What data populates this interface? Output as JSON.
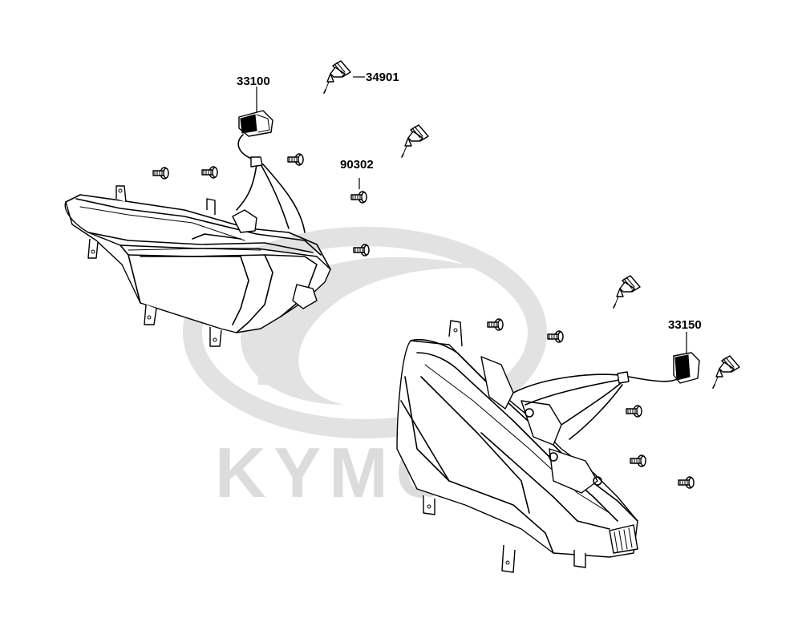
{
  "watermark": {
    "brand_text": "KYMCO",
    "color": "#dcdcdc"
  },
  "labels": {
    "part_33100": "33100",
    "part_34901": "34901",
    "part_90302": "90302",
    "part_33150": "33150"
  }
}
